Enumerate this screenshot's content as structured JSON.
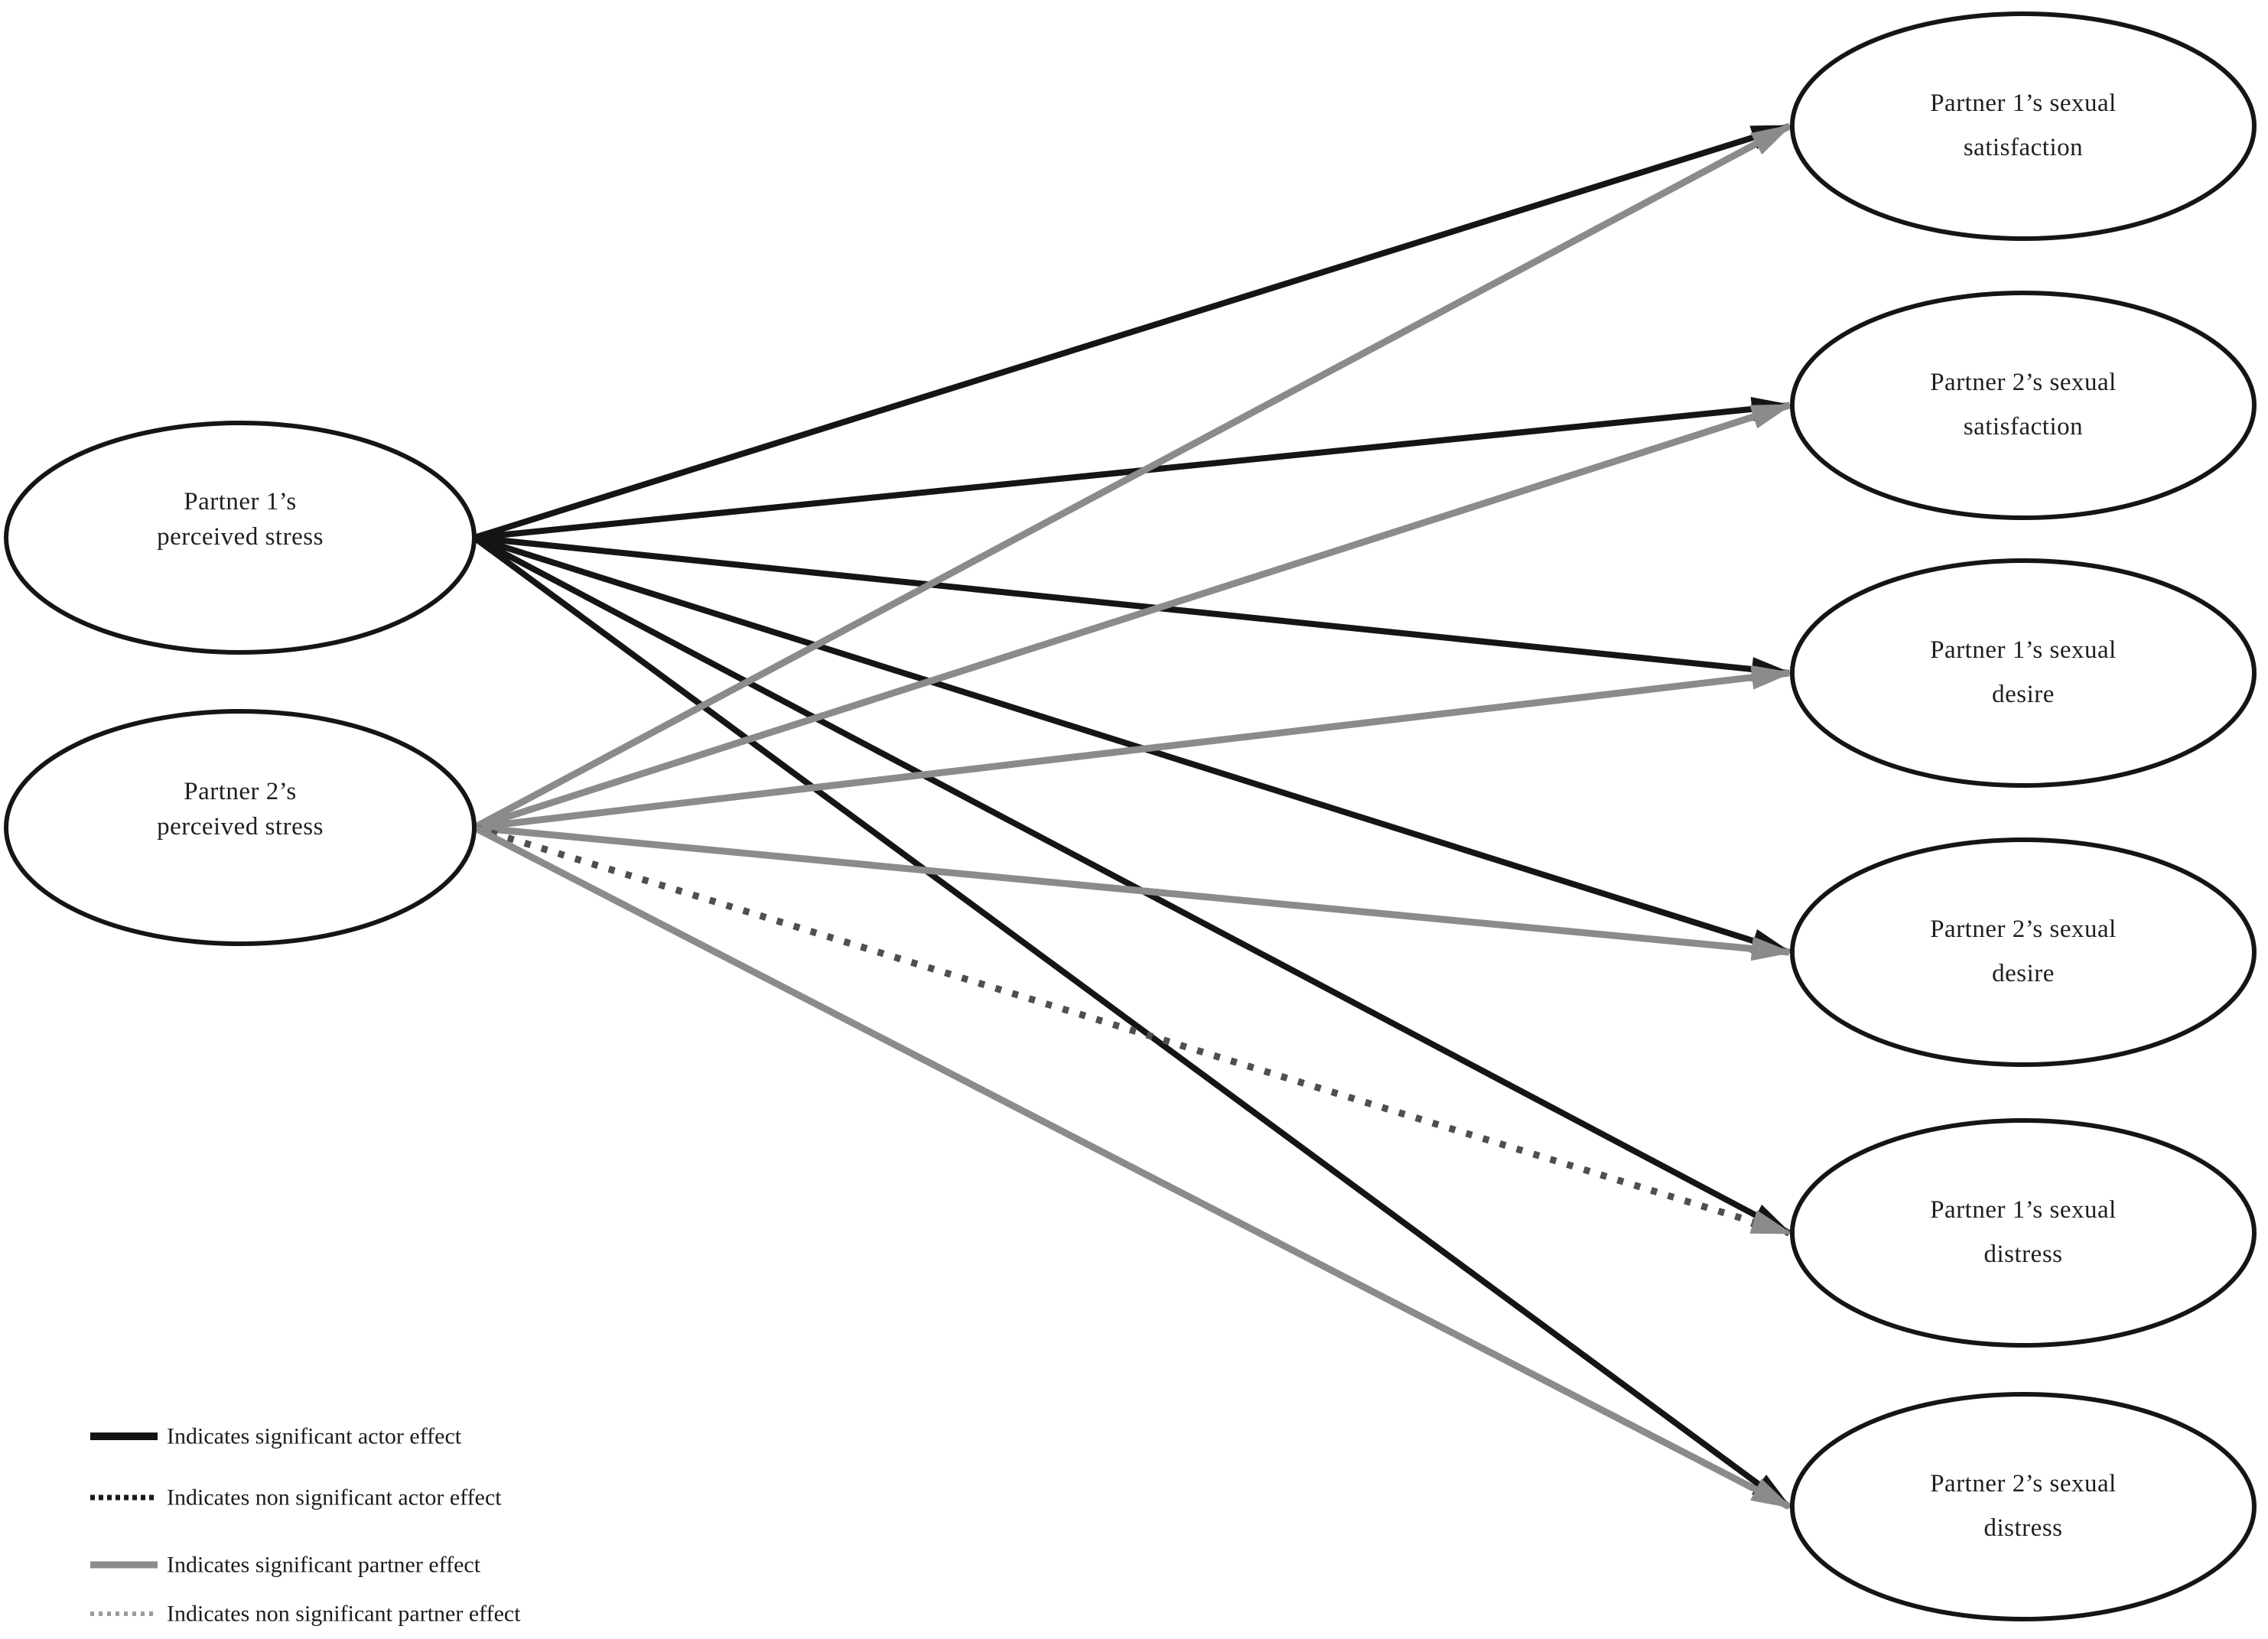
{
  "figure": {
    "type": "path-diagram",
    "description_colors": {
      "actor_line_black": "#151515",
      "partner_line_gray": "#8b8b8b",
      "nonsignificant_dotted": "#4f4f4f",
      "background": "#ffffff"
    },
    "nodes": [
      {
        "id": "p1_stress",
        "label_lines": [
          "Partner 1’s",
          "perceived stress"
        ]
      },
      {
        "id": "p2_stress",
        "label_lines": [
          "Partner 2’s",
          "perceived stress"
        ]
      },
      {
        "id": "p1_satisfaction",
        "label_lines": [
          "Partner 1’s sexual",
          "satisfaction"
        ]
      },
      {
        "id": "p2_satisfaction",
        "label_lines": [
          "Partner 2’s sexual",
          "satisfaction"
        ]
      },
      {
        "id": "p1_desire",
        "label_lines": [
          "Partner 1’s sexual",
          "desire"
        ]
      },
      {
        "id": "p2_desire",
        "label_lines": [
          "Partner 2’s sexual",
          "desire"
        ]
      },
      {
        "id": "p1_distress",
        "label_lines": [
          "Partner 1’s sexual",
          "distress"
        ]
      },
      {
        "id": "p2_distress",
        "label_lines": [
          "Partner 2’s sexual",
          "distress"
        ]
      }
    ],
    "edges": [
      {
        "from": "p1_stress",
        "to": "p1_satisfaction",
        "style": "solid-black"
      },
      {
        "from": "p1_stress",
        "to": "p2_satisfaction",
        "style": "solid-black"
      },
      {
        "from": "p1_stress",
        "to": "p1_desire",
        "style": "solid-black"
      },
      {
        "from": "p1_stress",
        "to": "p2_desire",
        "style": "solid-black"
      },
      {
        "from": "p1_stress",
        "to": "p1_distress",
        "style": "solid-black"
      },
      {
        "from": "p1_stress",
        "to": "p2_distress",
        "style": "solid-black"
      },
      {
        "from": "p2_stress",
        "to": "p1_satisfaction",
        "style": "solid-gray"
      },
      {
        "from": "p2_stress",
        "to": "p2_satisfaction",
        "style": "solid-gray"
      },
      {
        "from": "p2_stress",
        "to": "p1_desire",
        "style": "solid-gray"
      },
      {
        "from": "p2_stress",
        "to": "p2_desire",
        "style": "solid-gray"
      },
      {
        "from": "p2_stress",
        "to": "p1_distress",
        "style": "dotted-gray"
      },
      {
        "from": "p2_stress",
        "to": "p2_distress",
        "style": "solid-gray"
      }
    ],
    "legend": {
      "items": [
        {
          "swatch": "solid-black",
          "label": "Indicates significant actor effect"
        },
        {
          "swatch": "dotted-black",
          "label": "Indicates non significant actor effect"
        },
        {
          "swatch": "solid-gray",
          "label": "Indicates significant partner effect"
        },
        {
          "swatch": "dotted-gray",
          "label": "Indicates non significant partner effect"
        }
      ]
    }
  }
}
